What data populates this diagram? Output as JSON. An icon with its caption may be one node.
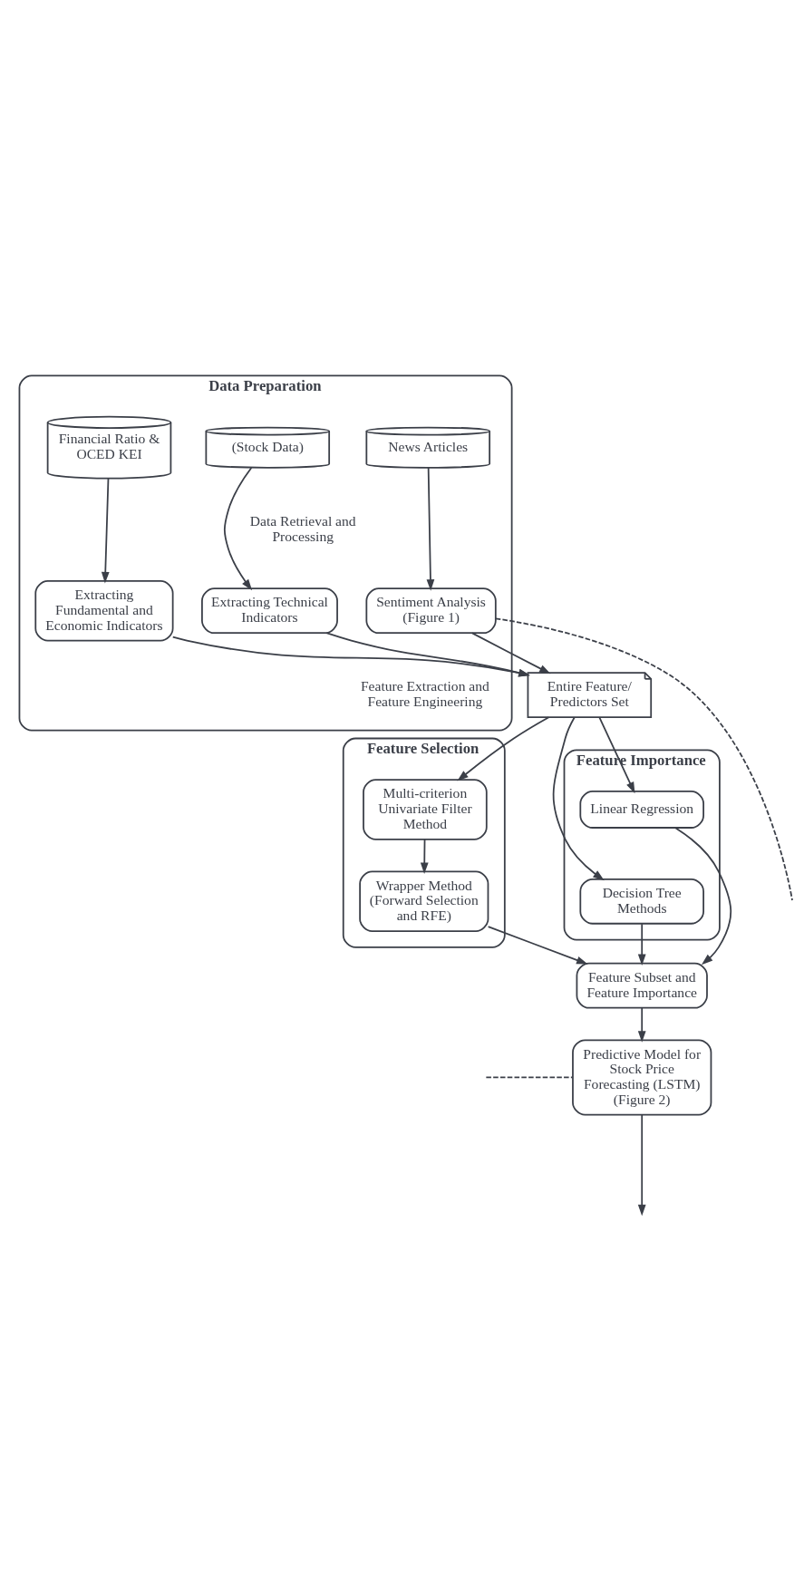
{
  "diagram": {
    "nodes": [
      {
        "text": [
          "Data Preparation"
        ]
      },
      {
        "text": [
          "Financial Ratio & OCED KEI"
        ],
        "in": 0
      },
      {
        "text": [
          "(Stock Data)"
        ],
        "in": 0
      },
      {
        "text": [
          "News Articles"
        ],
        "in": 0
      },
      {
        "text": [
          "Extracting Fundamental and Economic Indicators"
        ],
        "in": 0
      },
      {
        "text": [
          "Extracting Technical Indicators"
        ],
        "in": 0
      },
      {
        "text": [
          "Sentiment Analysis (Figure 1)"
        ],
        "in": 0
      },
      {
        "text": [
          "Entire Feature/ Predictors Set"
        ]
      },
      {
        "text": [
          "Feature Selection"
        ]
      },
      {
        "text": [
          "Multi-criterion Univariate Filter Method"
        ],
        "in": 8
      },
      {
        "text": [
          "Wrapper Method (Forward Selection and RFE)"
        ],
        "in": 8
      },
      {
        "text": [
          "Feature Importance"
        ]
      },
      {
        "text": [
          "Linear Regression"
        ],
        "in": 11
      },
      {
        "text": [
          "Decision Tree Methods"
        ],
        "in": 11
      },
      {
        "text": [
          "Feature Subset and Feature Importance"
        ]
      },
      {
        "text": [
          "Predictive Model for Stock Price Forecasting (LSTM) (Figure 2)"
        ]
      }
    ],
    "edges": [
      {
        "from": 1,
        "to": 4,
        "arrow": "to"
      },
      {
        "from": 2,
        "to": 5,
        "arrow": "to"
      },
      {
        "from": 3,
        "to": 6,
        "arrow": "to"
      },
      {
        "from": 4,
        "to": 7,
        "arrow": "to"
      },
      {
        "from": 5,
        "to": 7,
        "arrow": "to"
      },
      {
        "from": 6,
        "to": 7,
        "arrow": "to"
      },
      {
        "from": 6,
        "to": null,
        "arrow": "none",
        "style": "dashed"
      },
      {
        "from": 7,
        "to": 9,
        "arrow": "to"
      },
      {
        "from": 7,
        "to": 12,
        "arrow": "to"
      },
      {
        "from": 7,
        "to": 13,
        "arrow": "to"
      },
      {
        "from": 9,
        "to": 10,
        "arrow": "to"
      },
      {
        "from": 10,
        "to": 14,
        "arrow": "to"
      },
      {
        "from": 12,
        "to": 14,
        "arrow": "to"
      },
      {
        "from": 13,
        "to": 14,
        "arrow": "to"
      },
      {
        "from": 14,
        "to": 15,
        "arrow": "to"
      },
      {
        "from": 15,
        "to": null,
        "arrow": "to"
      },
      {
        "from": null,
        "to": 15,
        "arrow": "none",
        "style": "dashed"
      }
    ],
    "labels": [
      "Data Retrieval and Processing",
      "Feature Extraction and Feature Engineering"
    ]
  }
}
